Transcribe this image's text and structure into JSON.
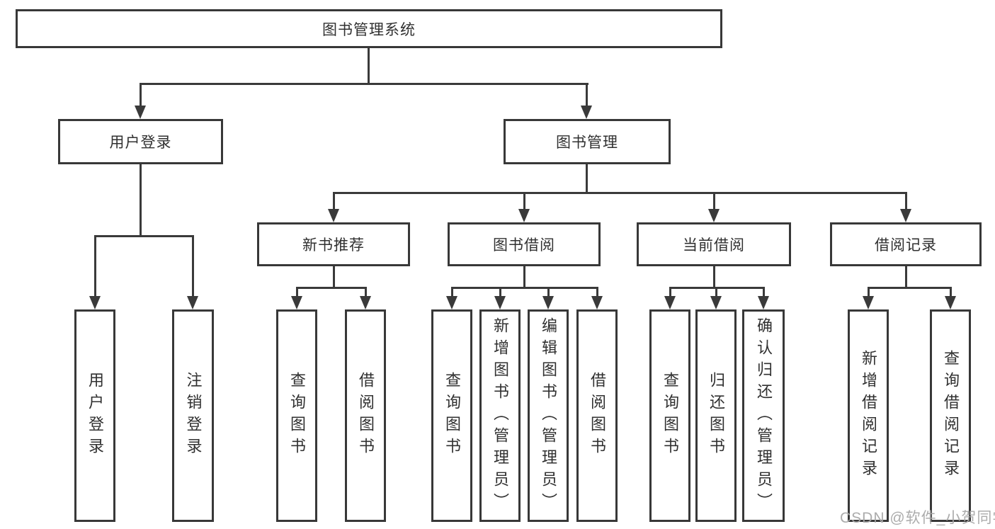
{
  "diagram": {
    "root": {
      "label": "图书管理系统"
    },
    "level2": [
      {
        "label": "用户登录"
      },
      {
        "label": "图书管理"
      }
    ],
    "level3": [
      {
        "label": "新书推荐"
      },
      {
        "label": "图书借阅"
      },
      {
        "label": "当前借阅"
      },
      {
        "label": "借阅记录"
      }
    ],
    "leaves": [
      {
        "label": "用户登录"
      },
      {
        "label": "注销登录"
      },
      {
        "label": "查询图书"
      },
      {
        "label": "借阅图书"
      },
      {
        "label": "查询图书"
      },
      {
        "label": "新增图书（管理员）"
      },
      {
        "label": "编辑图书（管理员）"
      },
      {
        "label": "借阅图书"
      },
      {
        "label": "查询图书"
      },
      {
        "label": "归还图书"
      },
      {
        "label": "确认归还（管理员）"
      },
      {
        "label": "新增借阅记录"
      },
      {
        "label": "查询借阅记录"
      }
    ]
  },
  "watermark": {
    "text": "CSDN @软件_小贺同学"
  },
  "colors": {
    "line": "#3a3a3a",
    "box_border": "#383838",
    "text": "#303030",
    "watermark": "#a8a8a8",
    "background": "#ffffff"
  }
}
